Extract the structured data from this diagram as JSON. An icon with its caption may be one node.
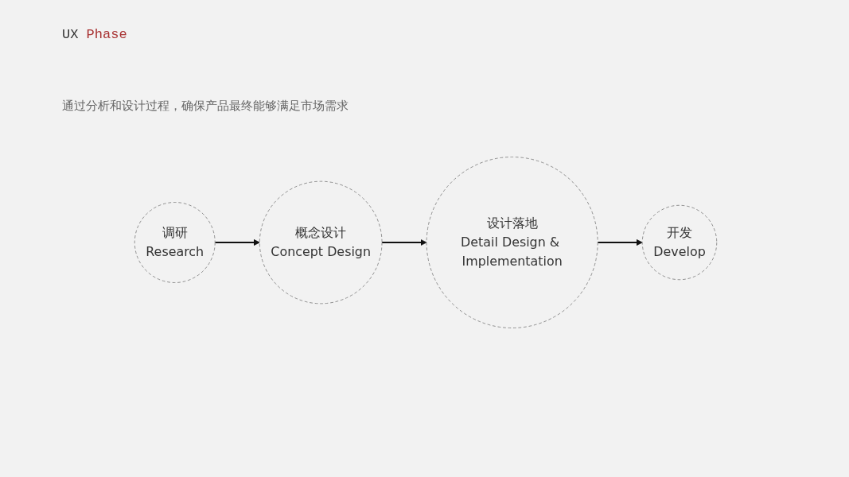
{
  "diagram": {
    "title": "UX Phase",
    "nodes": [
      {
        "text": [
          "调研",
          "Research"
        ]
      },
      {
        "text": [
          "概念设计",
          "Concept Design"
        ]
      },
      {
        "text": [
          "设计落地",
          "Detail Design & Implementation"
        ]
      },
      {
        "text": [
          "开发",
          "Develop"
        ]
      }
    ],
    "edges": [
      {
        "from": 0,
        "to": 1,
        "arrow": "to"
      },
      {
        "from": 1,
        "to": 2,
        "arrow": "to"
      },
      {
        "from": 2,
        "to": 3,
        "arrow": "to"
      }
    ],
    "labels": [
      "通过分析和设计过程，确保产品最终能够满足市场需求"
    ]
  }
}
